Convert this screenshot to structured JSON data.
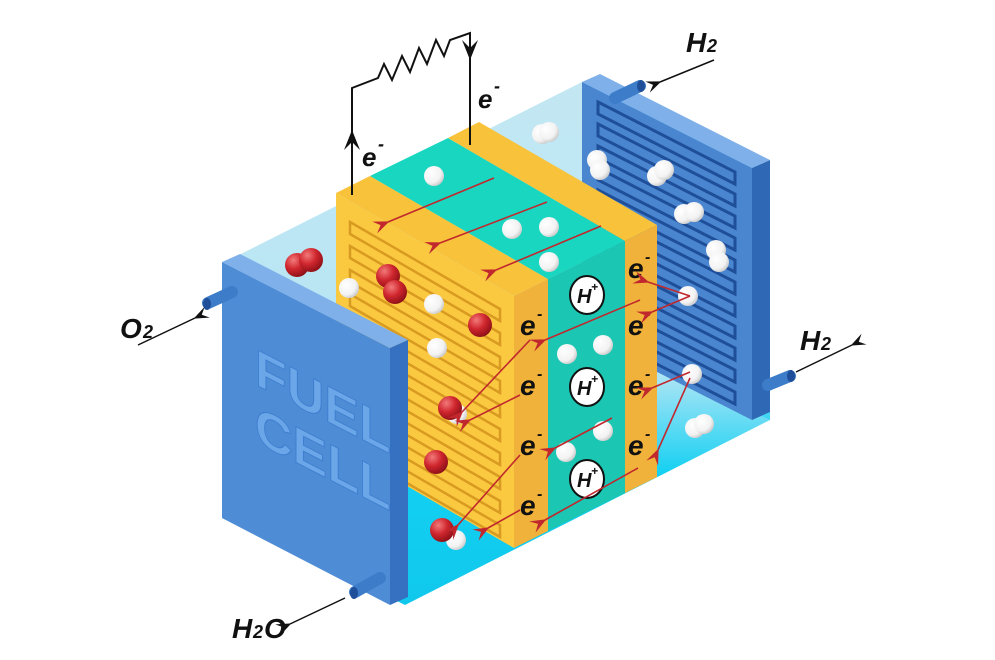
{
  "diagram": {
    "plate_label_line1": "FUEL",
    "plate_label_line2": "CELL",
    "electron": "e",
    "electron_charge": "-",
    "proton": "H",
    "proton_charge": "+",
    "gases": {
      "hydrogen_in": {
        "base": "H",
        "sub": "2"
      },
      "hydrogen_out": {
        "base": "H",
        "sub": "2"
      },
      "oxygen_in": {
        "base": "O",
        "sub": "2"
      },
      "water_out": {
        "base1": "H",
        "sub": "2",
        "base2": "O"
      }
    },
    "colors": {
      "plate_blue": "#4a86d0",
      "electrode_yellow": "#f8c23a",
      "membrane_teal": "#19cdb8",
      "glass_light": "#c3e7f3",
      "floor_cyan": "#13d0f2",
      "oxygen_red": "#c8202a",
      "arrow_red": "#c0282e"
    }
  }
}
